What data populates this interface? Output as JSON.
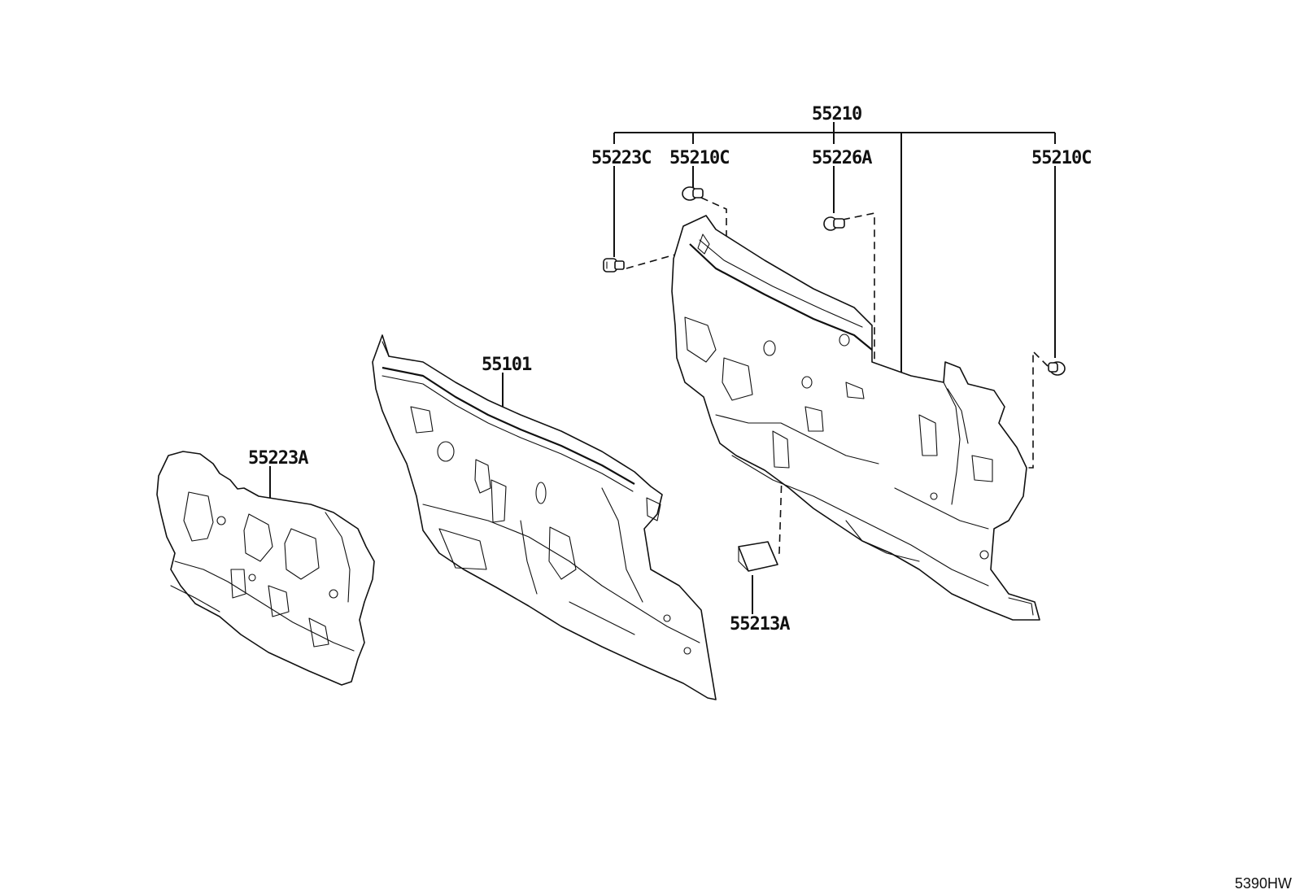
{
  "diagram": {
    "labels": {
      "p55210": "55210",
      "p55223C": "55223C",
      "p55210C_left": "55210C",
      "p55226A": "55226A",
      "p55210C_right": "55210C",
      "p55101": "55101",
      "p55223A": "55223A",
      "p55213A": "55213A"
    },
    "drawing_code": "5390HW"
  }
}
